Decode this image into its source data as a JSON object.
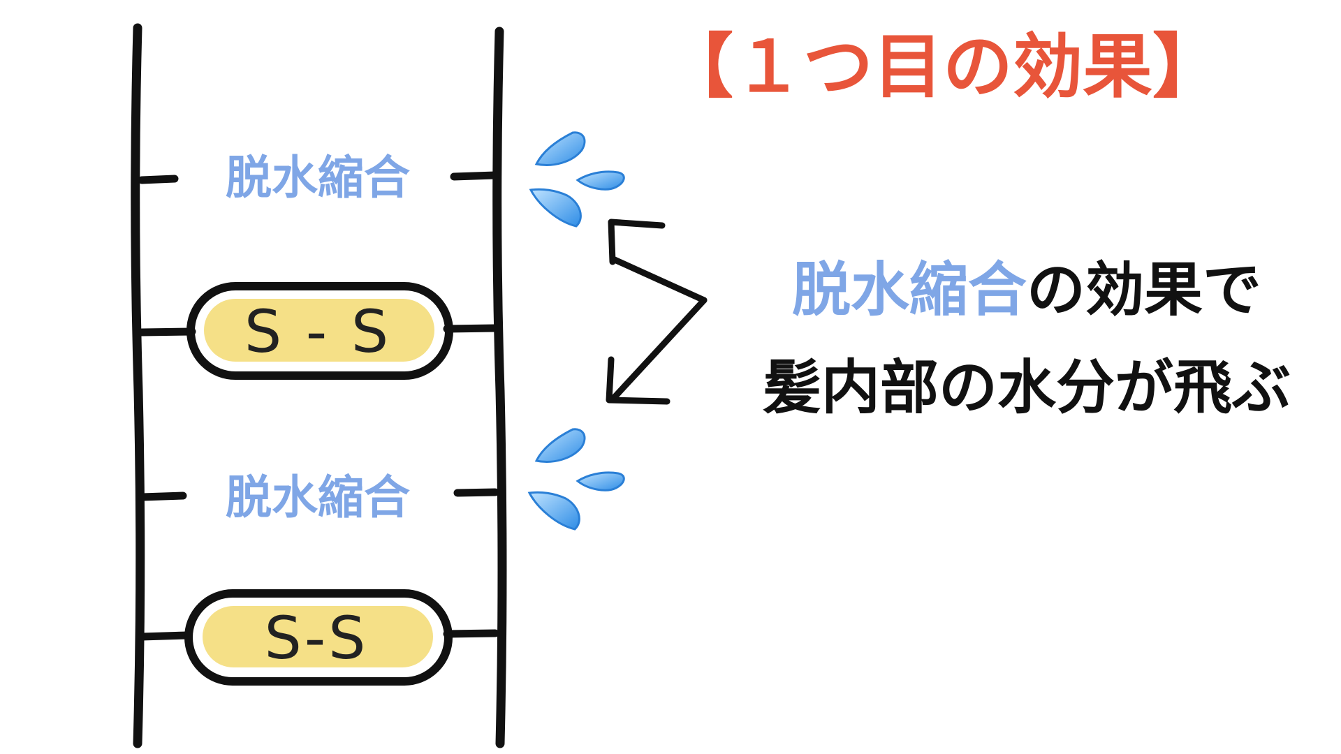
{
  "heading": "【１つ目の効果】",
  "bond_labels": [
    "脱水縮合",
    "脱水縮合"
  ],
  "ss_bonds": [
    "S - S",
    "S-S"
  ],
  "caption": {
    "highlight": "脱水縮合",
    "line1_rest": "の効果で",
    "line2": "髪内部の水分が飛ぶ"
  },
  "colors": {
    "heading": "#e8553a",
    "highlight": "#7fa6e6",
    "ink": "#111111",
    "capsule_fill": "#f4dd7a",
    "droplet": "#4aa3f0"
  },
  "icons": [
    "droplets-icon",
    "droplets-icon",
    "bracket-arrow-icon"
  ]
}
